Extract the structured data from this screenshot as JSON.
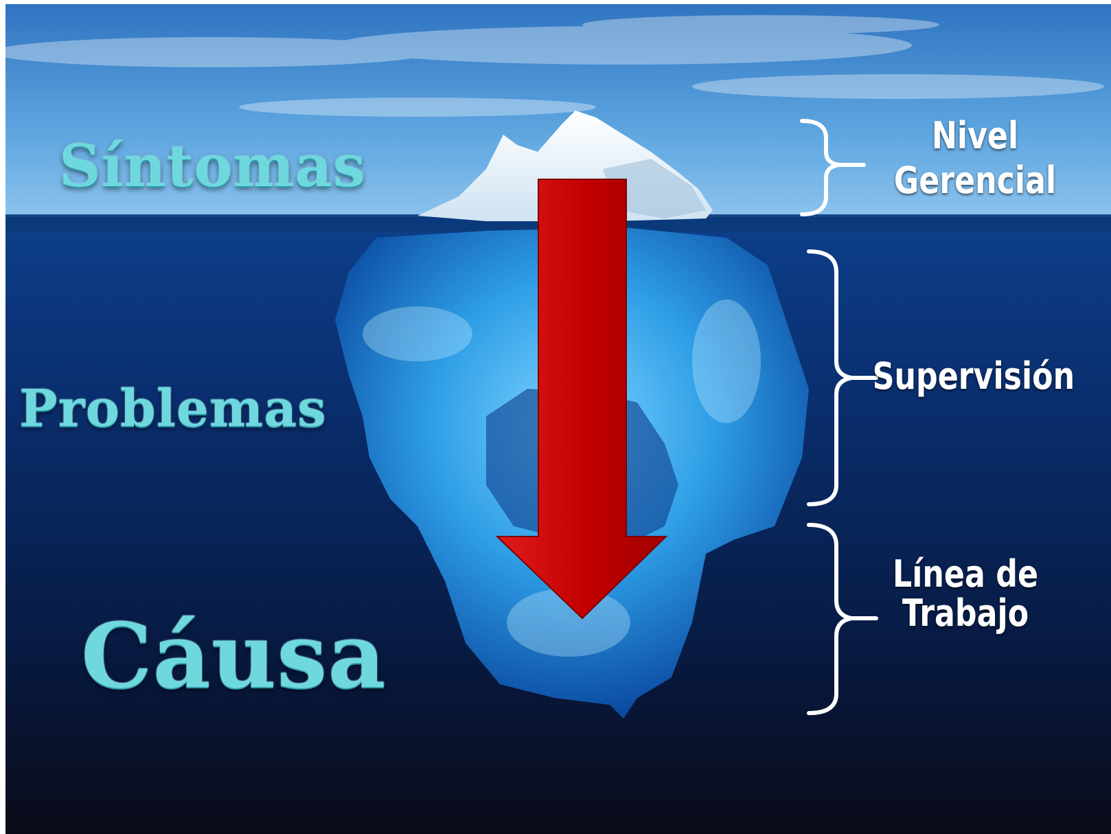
{
  "diagram": {
    "left_labels": {
      "sintomas": "Síntomas",
      "problemas": "Problemas",
      "causa": "Cáusa"
    },
    "right_labels": {
      "nivel_line1": "Nivel",
      "nivel_line2": "Gerencial",
      "supervision": "Supervisión",
      "linea_line1": "Línea de",
      "linea_line2": "Trabajo"
    },
    "colors": {
      "sky": "#4a8fd0",
      "deep_water": "#061430",
      "ice": "#3aa7e6",
      "arrow": "#c40000",
      "label_teal": "#6fd8df",
      "bracket": "#ffffff"
    }
  }
}
